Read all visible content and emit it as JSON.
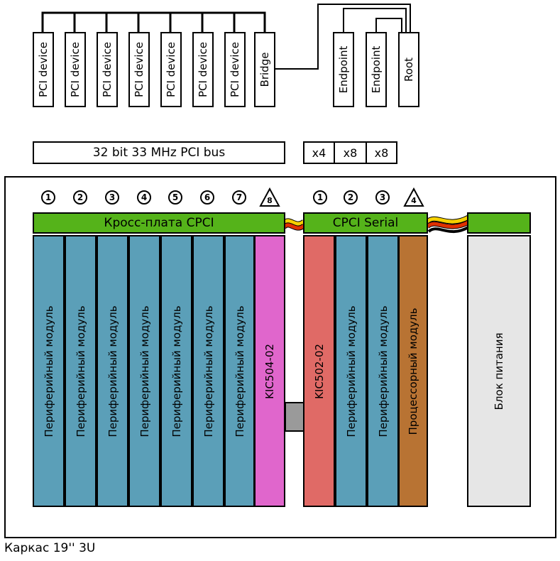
{
  "top": {
    "pci_devices": [
      "PCI device",
      "PCI device",
      "PCI device",
      "PCI device",
      "PCI device",
      "PCI device",
      "PCI device"
    ],
    "bridge": "Bridge",
    "endpoints": [
      "Endpoint",
      "Endpoint"
    ],
    "root": "Root"
  },
  "buses": {
    "pci_bus": "32 bit 33 MHz PCI bus",
    "lanes": [
      "x4",
      "x8",
      "x8"
    ]
  },
  "chassis": {
    "caption": "Каркас 19'' 3U",
    "left_bar": "Кросс-плата CPCI",
    "right_bar": "CPCI Serial",
    "left_slot_numbers": [
      "1",
      "2",
      "3",
      "4",
      "5",
      "6",
      "7"
    ],
    "left_last_number": "8",
    "right_slot_numbers": [
      "1",
      "2",
      "3"
    ],
    "right_last_number": "4",
    "left_slots": [
      "Периферийный модуль",
      "Периферийный модуль",
      "Периферийный модуль",
      "Периферийный модуль",
      "Периферийный модуль",
      "Периферийный модуль",
      "Периферийный модуль",
      "KIC504-02"
    ],
    "right_slots": [
      "KIC502-02",
      "Периферийный модуль",
      "Периферийный модуль",
      "Процессорный модуль"
    ],
    "power": "Блок питания",
    "colors": {
      "peripheral": "#5b9fb8",
      "kic504": "#e066cc",
      "kic502": "#e06a66",
      "cpu": "#b87333",
      "power": "#e6e6e6",
      "bar": "#55b31a"
    }
  }
}
